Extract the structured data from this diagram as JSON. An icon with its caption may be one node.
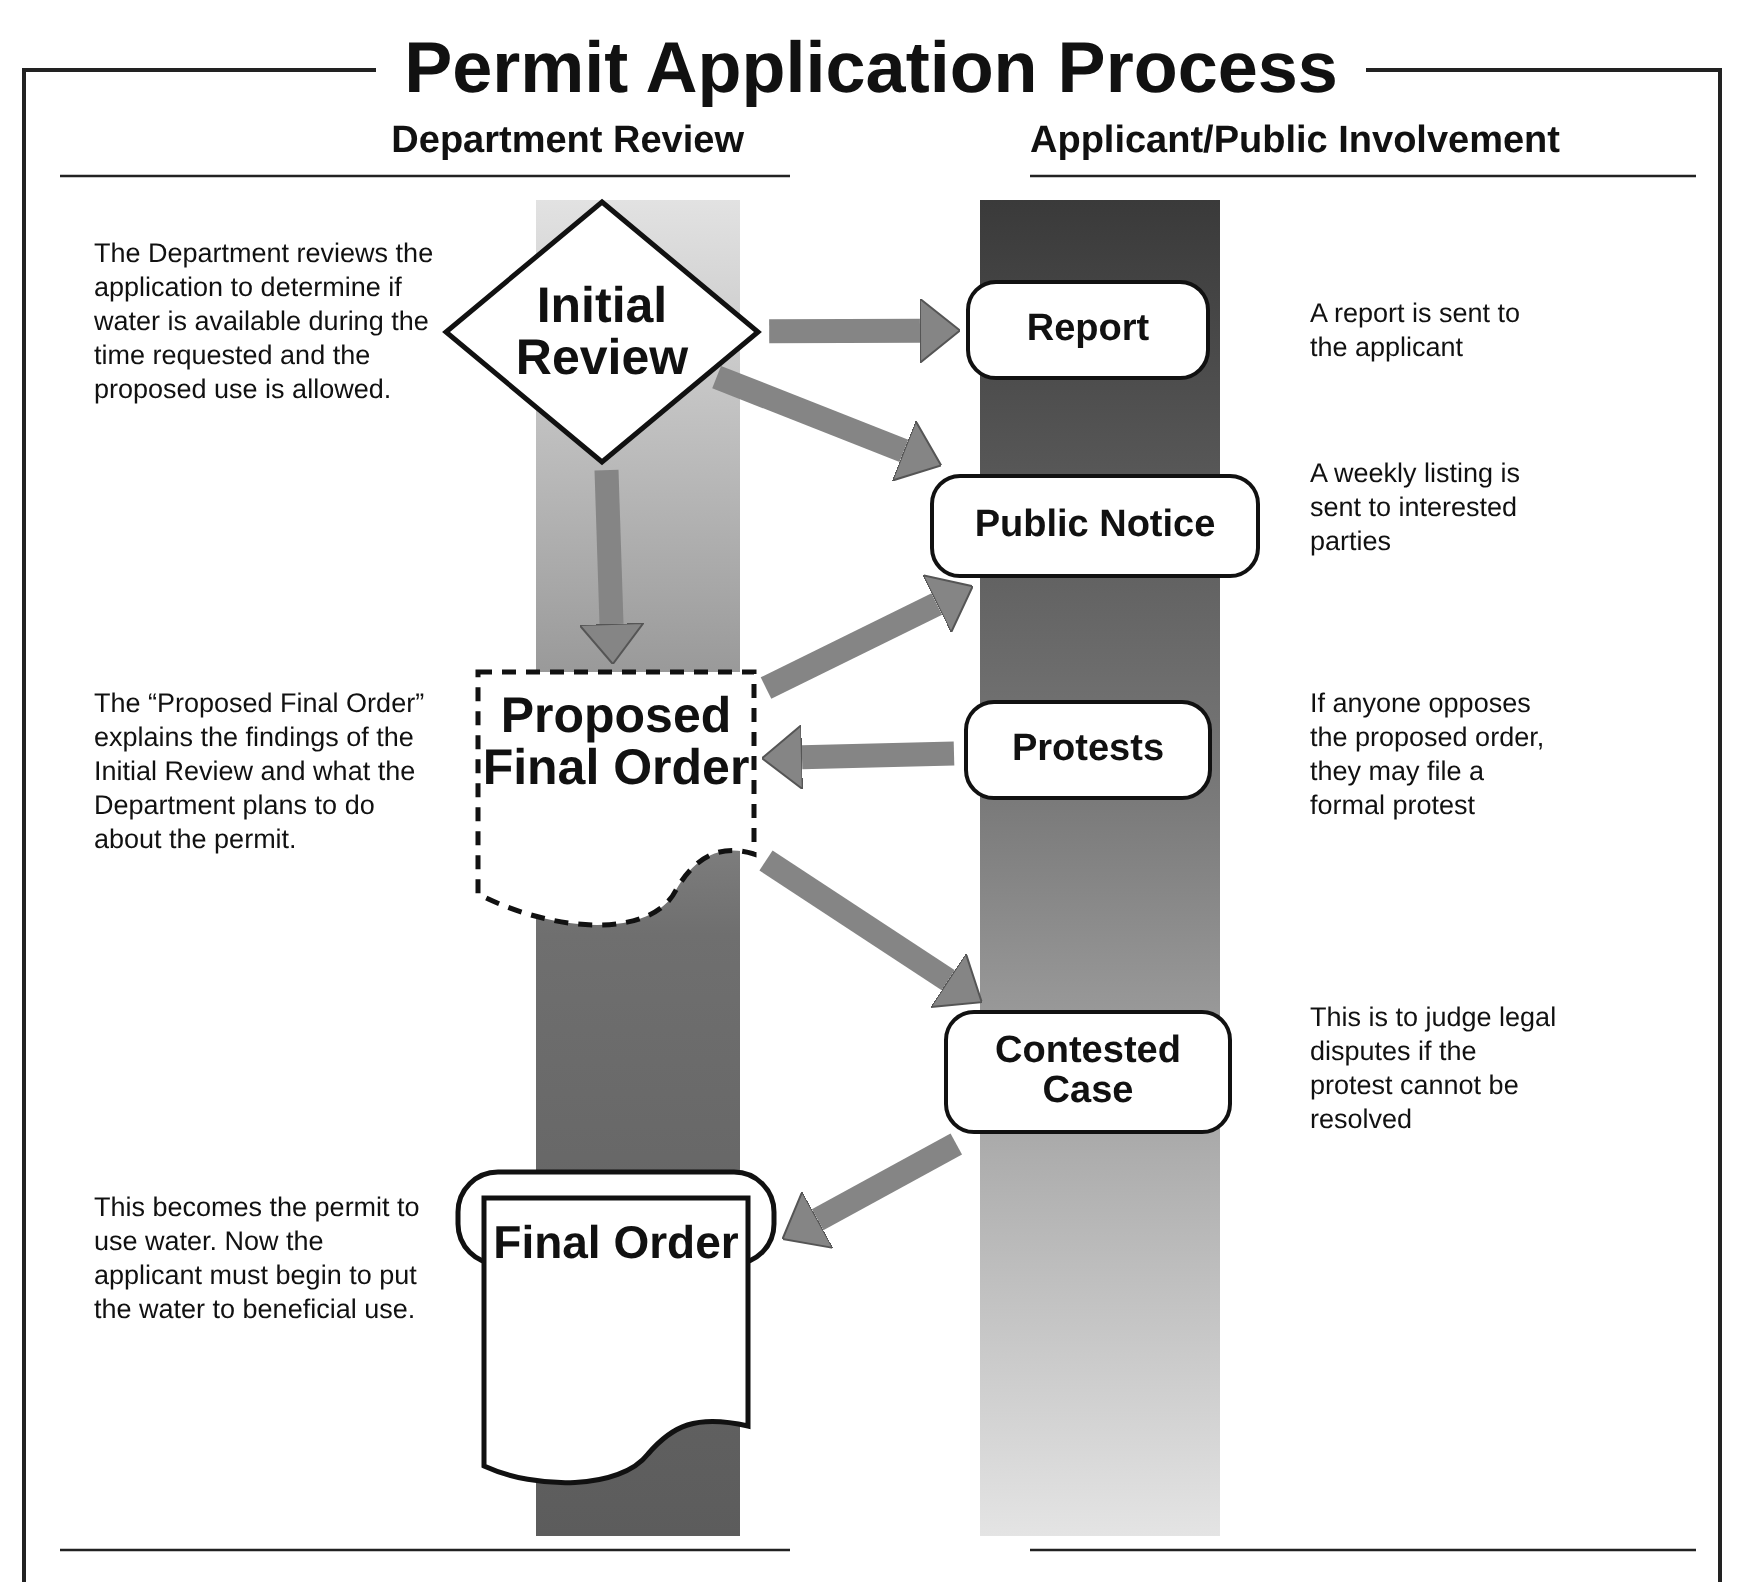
{
  "diagram": {
    "title": "Permit Application Process",
    "nodes": [
      {
        "text": [
          "Initial Review"
        ],
        "beside": [
          "The Department reviews the application to determine if water is available during the time requested and the proposed use is allowed."
        ]
      },
      {
        "text": [
          "Report"
        ],
        "beside": [
          "A report is sent to the applicant"
        ]
      },
      {
        "text": [
          "Public Notice"
        ],
        "beside": [
          "A weekly listing is sent to interested parties"
        ]
      },
      {
        "text": [
          "Proposed Final Order"
        ],
        "beside": [
          "The “Proposed Final Order” explains the findings of the Initial Review and what the Department plans to do about the permit."
        ]
      },
      {
        "text": [
          "Protests"
        ],
        "beside": [
          "If anyone opposes the proposed order, they may file a formal protest"
        ]
      },
      {
        "text": [
          "Contested Case"
        ],
        "beside": [
          "This is to judge legal disputes if the protest cannot be resolved"
        ]
      },
      {
        "text": [
          "Final Order"
        ],
        "beside": [
          "This becomes the permit to use water. Now the applicant must begin to put the water to beneficial use."
        ]
      }
    ],
    "edges": [
      {
        "from": 0,
        "to": 1,
        "arrow": "to"
      },
      {
        "from": 0,
        "to": 2,
        "arrow": "to"
      },
      {
        "from": 3,
        "to": 2,
        "arrow": "to"
      },
      {
        "from": 0,
        "to": 3,
        "arrow": "to"
      },
      {
        "from": 4,
        "to": 3,
        "arrow": "to"
      },
      {
        "from": 3,
        "to": 5,
        "arrow": "to"
      },
      {
        "from": 5,
        "to": 6,
        "arrow": "to"
      }
    ],
    "labels": [
      "Department Review",
      "Applicant/Public Involvement"
    ]
  }
}
